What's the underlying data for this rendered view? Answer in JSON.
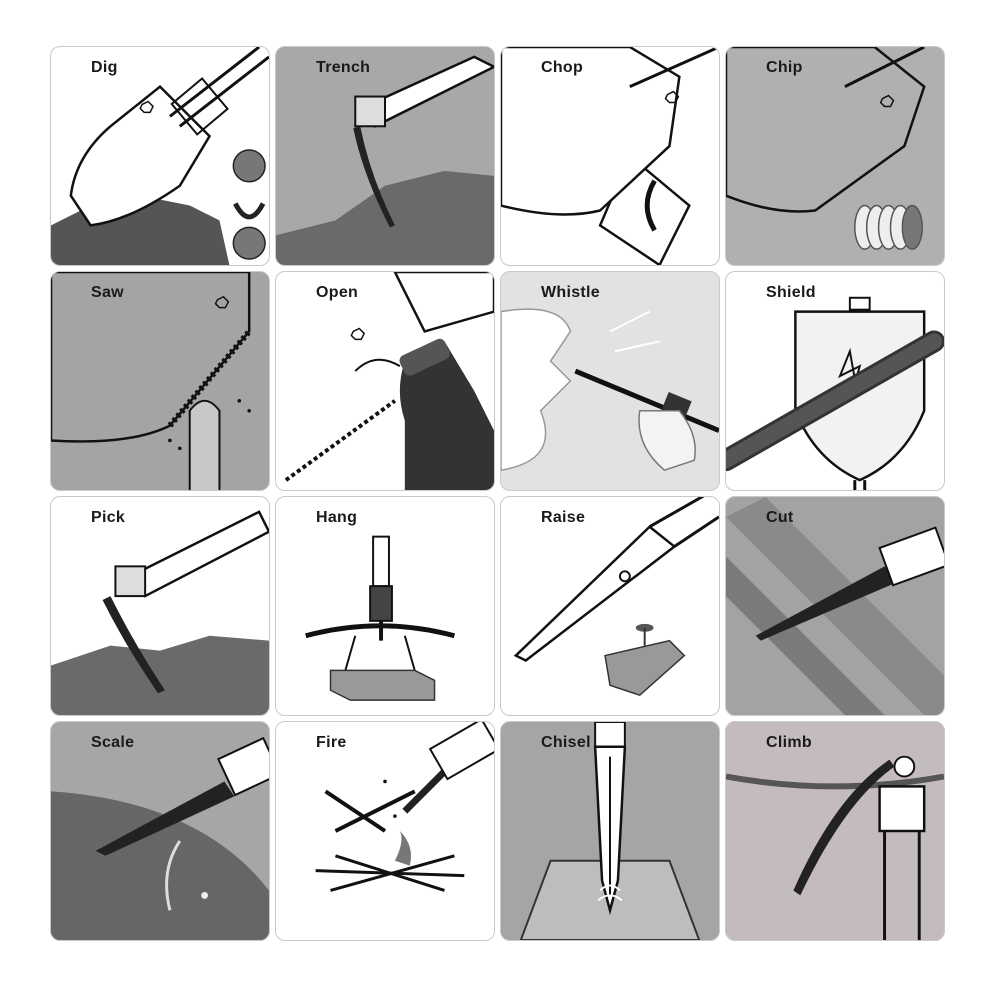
{
  "tiles": [
    {
      "label": "Dig",
      "bg": "#ffffff",
      "icon": "shovel-dig-icon"
    },
    {
      "label": "Trench",
      "bg": "#a8a8a8",
      "icon": "shovel-trench-icon"
    },
    {
      "label": "Chop",
      "bg": "#ffffff",
      "icon": "shovel-chop-icon"
    },
    {
      "label": "Chip",
      "bg": "#b0b0b0",
      "icon": "shovel-chip-icon"
    },
    {
      "label": "Saw",
      "bg": "#a4a4a4",
      "icon": "shovel-saw-icon"
    },
    {
      "label": "Open",
      "bg": "#ffffff",
      "icon": "bottle-opener-icon"
    },
    {
      "label": "Whistle",
      "bg": "#e2e2e2",
      "icon": "whistle-icon"
    },
    {
      "label": "Shield",
      "bg": "#ffffff",
      "icon": "shield-icon"
    },
    {
      "label": "Pick",
      "bg": "#ffffff",
      "icon": "pick-icon"
    },
    {
      "label": "Hang",
      "bg": "#ffffff",
      "icon": "hang-hook-icon"
    },
    {
      "label": "Raise",
      "bg": "#ffffff",
      "icon": "nail-puller-icon"
    },
    {
      "label": "Cut",
      "bg": "#a3a3a3",
      "icon": "knife-cut-icon"
    },
    {
      "label": "Scale",
      "bg": "#a6a6a6",
      "icon": "fish-scale-icon"
    },
    {
      "label": "Fire",
      "bg": "#ffffff",
      "icon": "fire-starter-icon"
    },
    {
      "label": "Chisel",
      "bg": "#a5a5a5",
      "icon": "chisel-icon"
    },
    {
      "label": "Climb",
      "bg": "#c4bcbc",
      "icon": "climb-hook-icon"
    }
  ]
}
